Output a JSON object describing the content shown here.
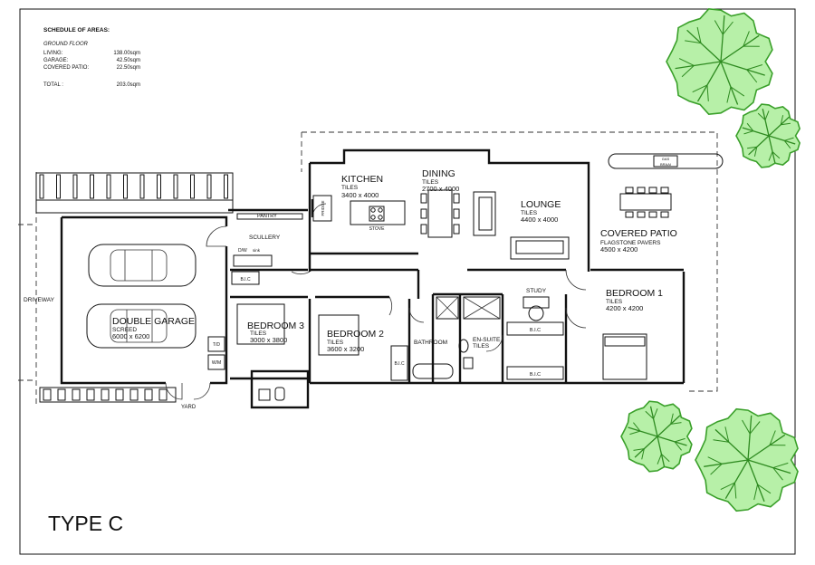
{
  "schedule": {
    "title": "SCHEDULE OF AREAS:",
    "subtitle": "GROUND FLOOR",
    "rows": [
      {
        "label": "LIVING:",
        "value": "138.00sqm"
      },
      {
        "label": "GARAGE:",
        "value": "42.50sqm"
      },
      {
        "label": "COVERED PATIO:",
        "value": "22.50sqm"
      }
    ],
    "total": {
      "label": "TOTAL :",
      "value": "203.0sqm"
    }
  },
  "plan_type": "TYPE C",
  "rooms": {
    "kitchen": {
      "name": "KITCHEN",
      "finish": "TILES",
      "size": "3400 x 4000"
    },
    "dining": {
      "name": "DINING",
      "finish": "TILES",
      "size": "2700 x 4000"
    },
    "lounge": {
      "name": "LOUNGE",
      "finish": "TILES",
      "size": "4400 x 4000"
    },
    "patio": {
      "name": "COVERED PATIO",
      "finish": "FLAGSTONE PAVERS",
      "size": "4500 x 4200"
    },
    "bedroom1": {
      "name": "BEDROOM 1",
      "finish": "TILES",
      "size": "4200 x 4200"
    },
    "bedroom2": {
      "name": "BEDROOM 2",
      "finish": "TILES",
      "size": "3600 x 3200"
    },
    "bedroom3": {
      "name": "BEDROOM 3",
      "finish": "TILES",
      "size": "3000 x 3800"
    },
    "garage": {
      "name": "DOUBLE GARAGE",
      "finish": "SCREED",
      "size": "6000 x 6200"
    }
  },
  "labels": {
    "study": "STUDY",
    "bathroom": "BATHROOM",
    "ensuite": "EN-SUITE",
    "ensuite_finish": "TILES",
    "scullery": "SCULLERY",
    "pantry": "PANTRY",
    "driveway": "DRIVEWAY",
    "yard": "YARD",
    "stove": "STOVE",
    "fridge": "FRIDGE",
    "dw": "D/W",
    "sink": "sink",
    "bic": "B.I.C",
    "td": "T/D",
    "wm": "W/M",
    "gas": "GAS",
    "braai": "BRAAI"
  }
}
